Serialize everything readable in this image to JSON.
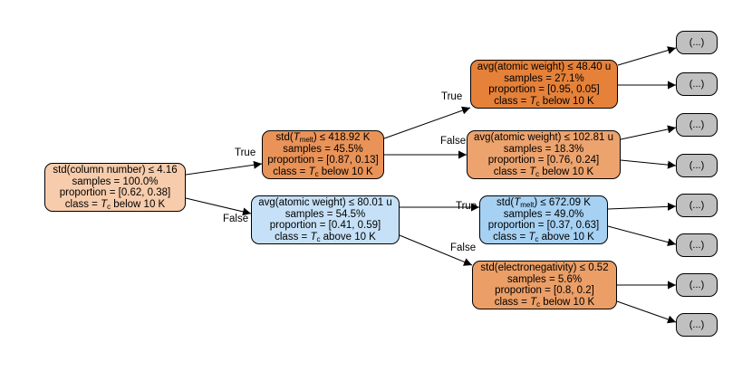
{
  "colors": {
    "strong_below": "#e58139",
    "medium_below": "#eda36e",
    "light_below": "#f6ccac",
    "light_above": "#c6e1f7",
    "medium_above": "#a6d1f3",
    "leaf": "#c0c0c0"
  },
  "nodes": {
    "root": {
      "split": "std(column number) ≤ 4.16",
      "samples": "samples = 100.0%",
      "proportion": "proportion = [0.62, 0.38]",
      "class_prefix": "class = ",
      "class_var": "T",
      "class_sub": "c",
      "class_suffix": " below 10 K"
    },
    "left": {
      "split_prefix": "std(",
      "split_var": "T",
      "split_sub": "melt",
      "split_suffix": ") ≤ 418.92 K",
      "samples": "samples = 45.5%",
      "proportion": "proportion = [0.87, 0.13]",
      "class_prefix": "class = ",
      "class_var": "T",
      "class_sub": "c",
      "class_suffix": " below 10 K"
    },
    "right": {
      "split": "avg(atomic weight) ≤ 80.01 u",
      "samples": "samples = 54.5%",
      "proportion": "proportion = [0.41, 0.59]",
      "class_prefix": "class = ",
      "class_var": "T",
      "class_sub": "c",
      "class_suffix": " above 10 K"
    },
    "ll": {
      "split": "avg(atomic weight) ≤ 48.40 u",
      "samples": "samples = 27.1%",
      "proportion": "proportion = [0.95, 0.05]",
      "class_prefix": "class = ",
      "class_var": "T",
      "class_sub": "c",
      "class_suffix": " below 10 K"
    },
    "lr": {
      "split": "avg(atomic weight) ≤ 102.81 u",
      "samples": "samples = 18.3%",
      "proportion": "proportion = [0.76, 0.24]",
      "class_prefix": "class = ",
      "class_var": "T",
      "class_sub": "c",
      "class_suffix": " below 10 K"
    },
    "rl": {
      "split_prefix": "std(",
      "split_var": "T",
      "split_sub": "melt",
      "split_suffix": ") ≤ 672.09 K",
      "samples": "samples = 49.0%",
      "proportion": "proportion = [0.37, 0.63]",
      "class_prefix": "class = ",
      "class_var": "T",
      "class_sub": "c",
      "class_suffix": " above 10 K"
    },
    "rr": {
      "split": "std(electronegativity) ≤ 0.52",
      "samples": "samples = 5.6%",
      "proportion": "proportion = [0.8, 0.2]",
      "class_prefix": "class = ",
      "class_var": "T",
      "class_sub": "c",
      "class_suffix": " below 10 K"
    }
  },
  "leaf_label": "(...)",
  "edges": {
    "root_true": "True",
    "root_false": "False",
    "left_true": "True",
    "left_false": "False",
    "right_true": "True",
    "right_false": "False"
  }
}
